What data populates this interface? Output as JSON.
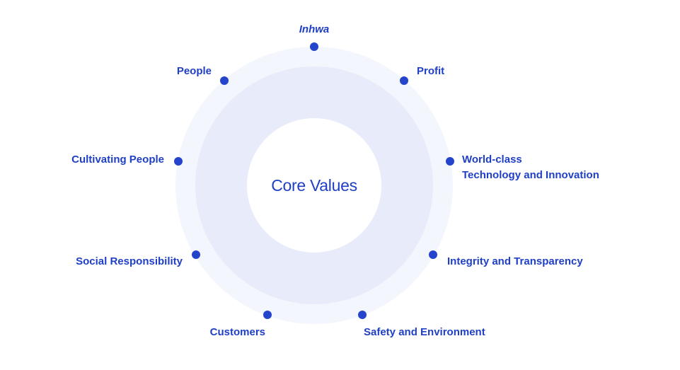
{
  "diagram": {
    "center_label": "Core Values",
    "values": [
      "Inhwa",
      "Profit",
      "World-class",
      "Technology and Innovation",
      "Integrity and Transparency",
      "Safety and Environment",
      "Customers",
      "Social Responsibility",
      "Cultivating People",
      "People"
    ]
  }
}
